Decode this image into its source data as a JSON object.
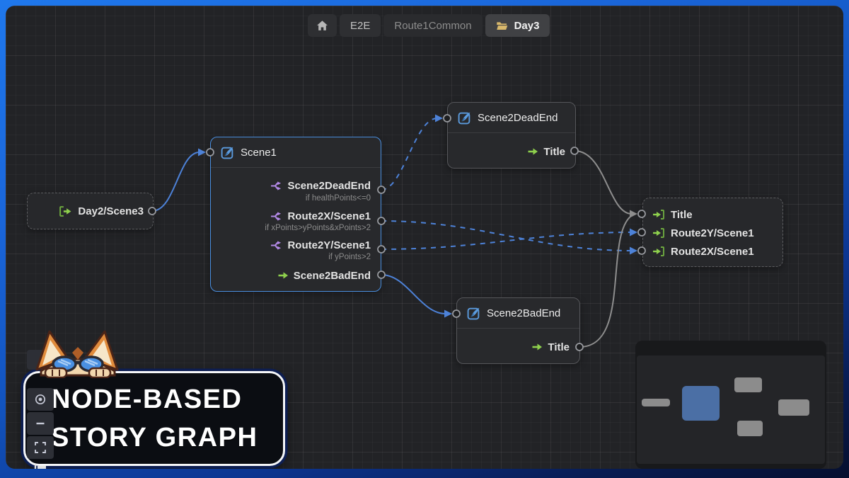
{
  "breadcrumb": {
    "items": [
      {
        "label": "E2E"
      },
      {
        "label": "Route1Common"
      },
      {
        "label": "Day3"
      }
    ]
  },
  "nodes": {
    "entry": {
      "title": "Day2/Scene3"
    },
    "scene1": {
      "title": "Scene1",
      "rows": [
        {
          "label": "Scene2DeadEnd",
          "condition": "if healthPoints<=0"
        },
        {
          "label": "Route2X/Scene1",
          "condition": "if xPoints>yPoints&xPoints>2"
        },
        {
          "label": "Route2Y/Scene1",
          "condition": "if yPoints>2"
        },
        {
          "label": "Scene2BadEnd"
        }
      ]
    },
    "deadend": {
      "title": "Scene2DeadEnd",
      "rows": [
        {
          "label": "Title"
        }
      ]
    },
    "badend": {
      "title": "Scene2BadEnd",
      "rows": [
        {
          "label": "Title"
        }
      ]
    },
    "targets": {
      "rows": [
        {
          "label": "Title"
        },
        {
          "label": "Route2Y/Scene1"
        },
        {
          "label": "Route2X/Scene1"
        }
      ]
    }
  },
  "edges": [
    {
      "from": "Day2/Scene3",
      "to": "Scene1",
      "style": "solid-blue"
    },
    {
      "from": "Scene1:Scene2DeadEnd",
      "to": "Scene2DeadEnd",
      "style": "dashed-blue"
    },
    {
      "from": "Scene1:Route2X/Scene1",
      "to": "Route2X/Scene1",
      "style": "dashed-blue"
    },
    {
      "from": "Scene1:Route2Y/Scene1",
      "to": "Route2Y/Scene1",
      "style": "dashed-blue"
    },
    {
      "from": "Scene1:Scene2BadEnd",
      "to": "Scene2BadEnd",
      "style": "solid-blue"
    },
    {
      "from": "Scene2DeadEnd:Title",
      "to": "Title",
      "style": "solid-gray"
    },
    {
      "from": "Scene2BadEnd:Title",
      "to": "Title",
      "style": "solid-gray"
    }
  ],
  "overlay": {
    "line1": "NODE-BASED",
    "line2": "STORY GRAPH"
  },
  "colors": {
    "edge_blue": "#4d82d8",
    "selection_blue": "#4a8fe0",
    "edge_gray": "#8e8e8e",
    "branch_purple": "#b48ae8",
    "action_green": "#8ed04d",
    "folder_tan": "#d9b96c",
    "minimap_selected": "#4b6fa5"
  }
}
